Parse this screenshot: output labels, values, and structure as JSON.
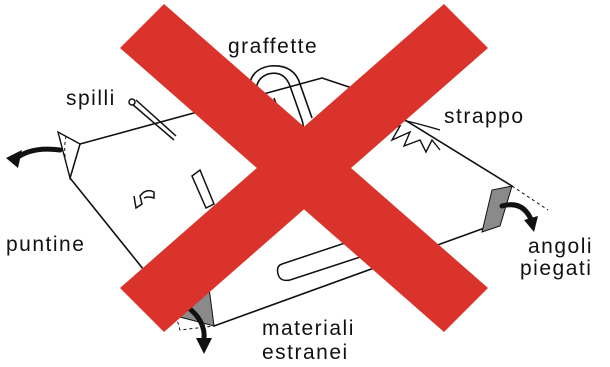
{
  "labels": {
    "staples": "graffette",
    "pins": "spilli",
    "tear": "strappo",
    "tacks": "puntine",
    "bent_corners_line1": "angoli",
    "bent_corners_line2": "piegati",
    "foreign_line1": "materiali",
    "foreign_line2": "estranei"
  },
  "colors": {
    "cross": "#d9332b",
    "ink": "#111111",
    "fold_shade": "#8a8a8a",
    "paper": "#ffffff"
  }
}
